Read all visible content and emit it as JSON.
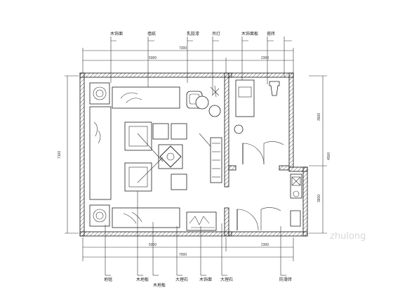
{
  "labels": {
    "top": [
      "木饰面",
      "墙纸",
      "乳胶漆",
      "吊灯",
      "木饰面板",
      "瓷砖"
    ],
    "bottom": [
      "地毯",
      "木地板",
      "木地板",
      "大理石",
      "木饰面",
      "大理石",
      "防滑砖"
    ]
  },
  "dimensions": {
    "top_overall": "7300",
    "top_left": "5000",
    "top_right": "2300",
    "bottom_overall": "7000",
    "bottom_left": "5000",
    "bottom_right": "2300",
    "left_overall": "7100",
    "right_upper": "3500",
    "right_lower": "3600",
    "room_width": "4500"
  },
  "watermark": "zhulong"
}
